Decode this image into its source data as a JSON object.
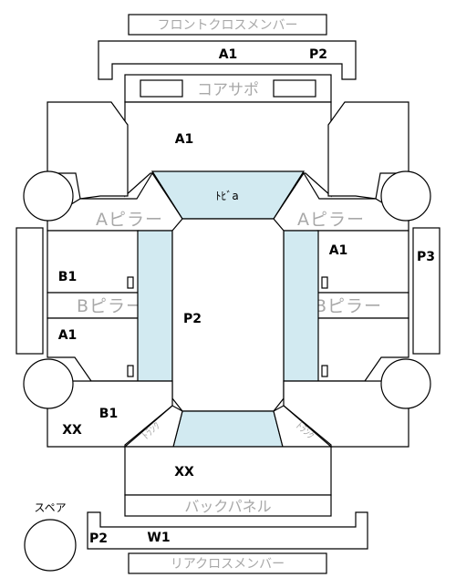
{
  "labels": {
    "front_cross_member": "フロントクロスメンバー",
    "core_support": "コアサポ",
    "a_pillar": "Aピラー",
    "b_pillar": "Bピラー",
    "roof": "ﾄﾋﾞa",
    "back_panel": "バックパネル",
    "rear_cross_member": "リアクロスメンバー",
    "spare": "スペア",
    "trunk": "ﾄﾗﾝｸ"
  },
  "codes": {
    "front_cross_member_left": "A1",
    "front_cross_member_right": "P2",
    "front_area": "A1",
    "right_front_door": "A1",
    "right_fender": "P3",
    "left_front_door": "B1",
    "left_rear_door": "A1",
    "center": "P2",
    "left_quarter": "B1",
    "left_rear_corner": "XX",
    "trunk_area": "XX",
    "rear_cross_member_left": "P2",
    "rear_cross_member_center": "W1"
  }
}
